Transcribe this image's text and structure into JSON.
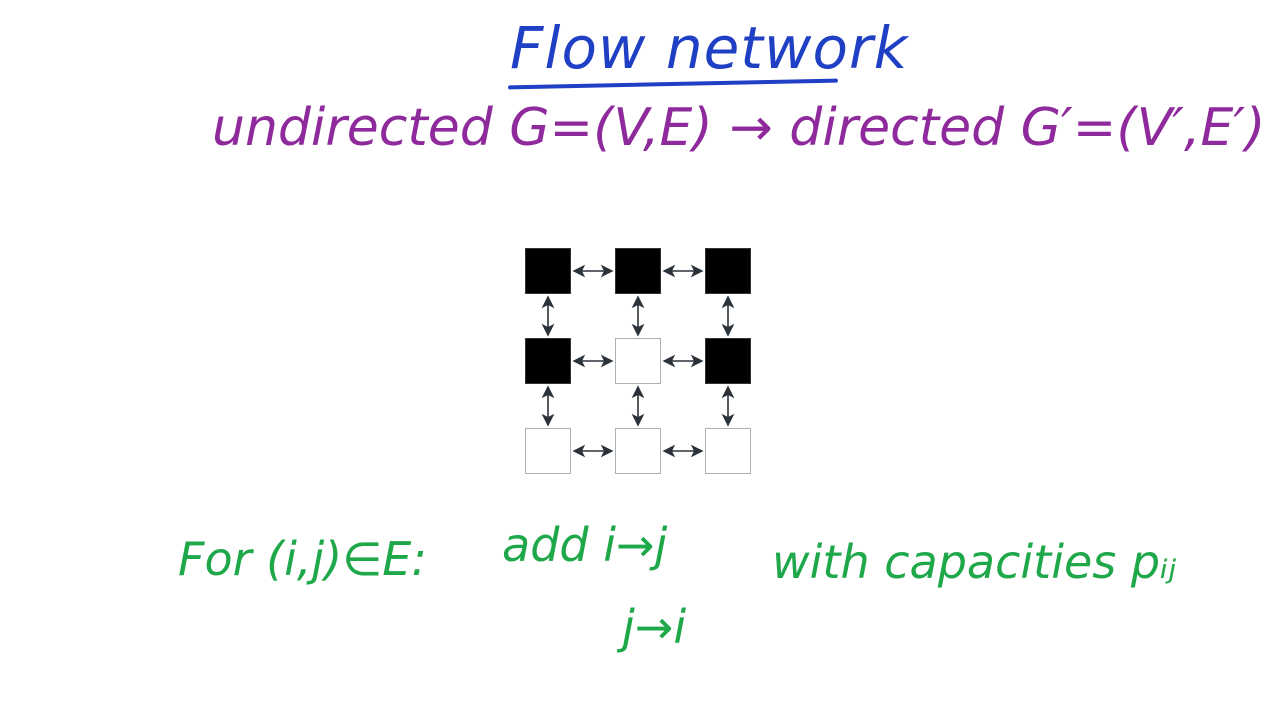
{
  "title": "Flow network",
  "subtitle": "undirected G=(V,E) → directed G′=(V′,E′)",
  "grid": {
    "rows": [
      [
        "black",
        "black",
        "black"
      ],
      [
        "black",
        "white",
        "black"
      ],
      [
        "white",
        "white",
        "white"
      ]
    ],
    "edge_type": "bidirectional"
  },
  "rule": {
    "prefix": "For (i,j)∈E:",
    "add_line1": "add  i→j",
    "add_line2": "j→i",
    "suffix": "with capacities pᵢⱼ"
  },
  "colors": {
    "title": "#1f3fc4",
    "subtitle": "#8e2a9c",
    "rule": "#1fa84a",
    "node_black": "#000000",
    "node_white": "#ffffff",
    "arrow": "#2b323a"
  }
}
